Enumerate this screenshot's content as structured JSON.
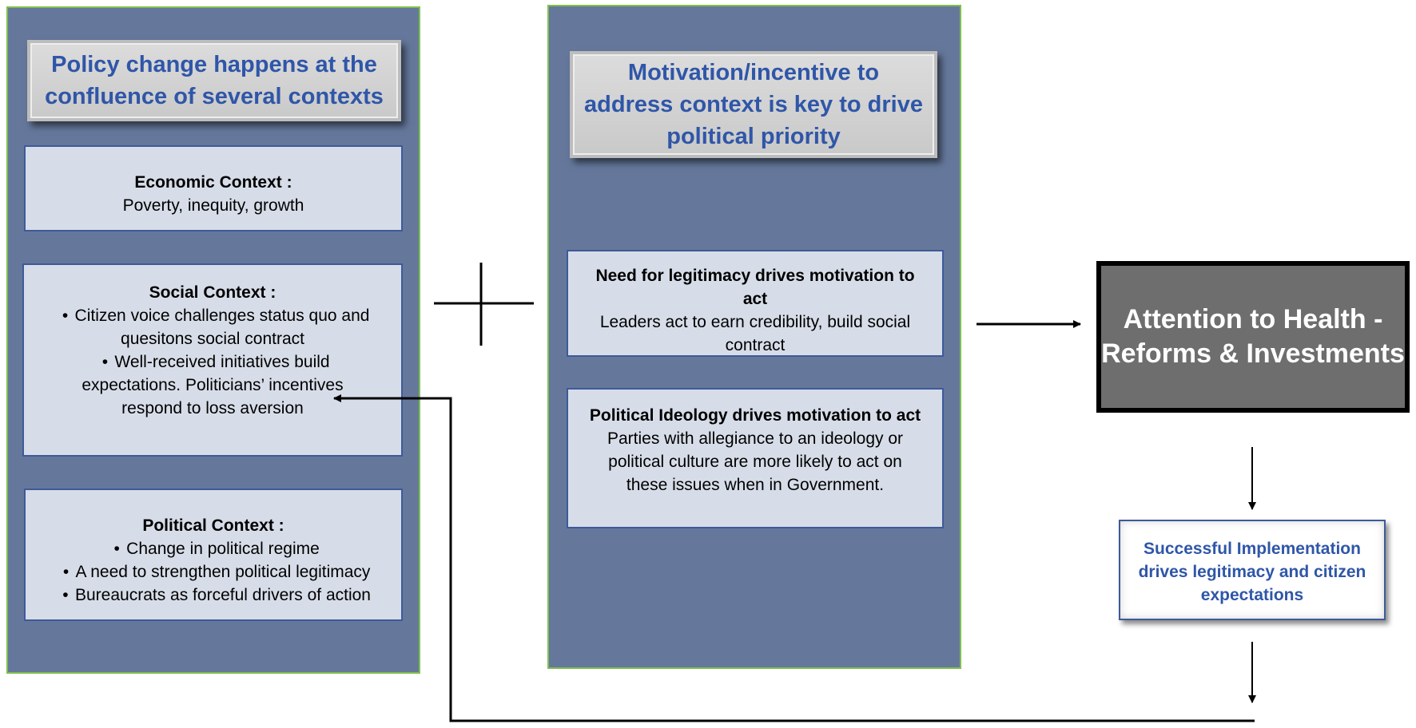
{
  "left_panel": {
    "header": [
      "Policy change happens at the",
      "confluence of several contexts"
    ],
    "economic": {
      "title": "Economic Context :",
      "lines": [
        "Poverty, inequity, growth"
      ]
    },
    "social": {
      "title": "Social Context :",
      "bullets": [
        [
          "Citizen voice challenges status quo and",
          "quesitons social contract"
        ],
        [
          "Well-received  initiatives build",
          "expectations. Politicians’ incentives",
          "respond to loss aversion"
        ]
      ]
    },
    "political": {
      "title": "Political Context :",
      "bullets": [
        "Change in political regime",
        "A need to strengthen political legitimacy",
        "Bureaucrats as forceful drivers of action"
      ]
    }
  },
  "middle_panel": {
    "header": [
      "Motivation/incentive to",
      "address context is key to drive",
      "political priority"
    ],
    "legitimacy": {
      "title": [
        "Need for legitimacy drives motivation to",
        "act"
      ],
      "lines": [
        "Leaders act to earn credibility, build social",
        "contract"
      ]
    },
    "ideology": {
      "title": "Political Ideology drives motivation to act",
      "lines": [
        "Parties with allegiance to an ideology or",
        "political culture are more likely to act on",
        "these issues when in Government."
      ]
    }
  },
  "attention": [
    "Attention to Health -",
    "Reforms & Investments"
  ],
  "implementation": [
    "Successful Implementation",
    "drives legitimacy and citizen",
    "expectations"
  ],
  "colors": {
    "panel_fill": "#65789b",
    "panel_border": "#7fbf4f",
    "header_text": "#2f56a8",
    "context_fill": "#d7dde8",
    "context_border": "#3d5a9a",
    "attention_fill": "#6e6e6e"
  }
}
